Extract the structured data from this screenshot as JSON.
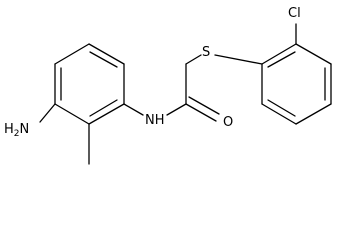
{
  "molecule": {
    "atoms": {
      "amine": {
        "main": "H",
        "count": "2",
        "suffix": "N"
      },
      "amide_nitrogen": "NH",
      "carbonyl_oxygen": "O",
      "thioether_sulfur": "S",
      "chlorine": "Cl"
    }
  }
}
